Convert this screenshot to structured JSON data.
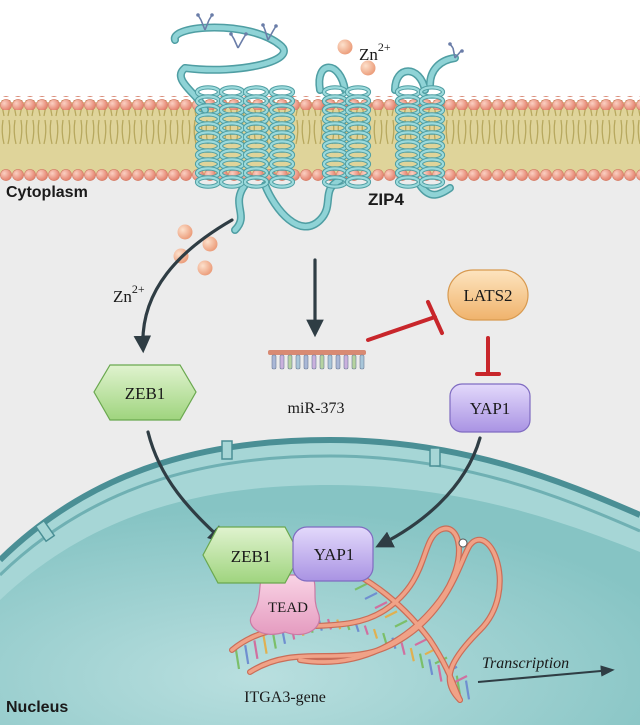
{
  "labels": {
    "cytoplasm": "Cytoplasm",
    "nucleus": "Nucleus",
    "zip4": "ZIP4",
    "zn_top_base": "Zn",
    "zn_top_sup": "2+",
    "zn_left_base": "Zn",
    "zn_left_sup": "2+",
    "mir373": "miR-373",
    "itga3_gene": "ITGA3-gene",
    "transcription": "Transcription"
  },
  "nodes": {
    "lats2": "LATS2",
    "yap1": "YAP1",
    "zeb1": "ZEB1",
    "zeb1_nuclear": "ZEB1",
    "yap1_nuclear": "YAP1",
    "tead": "TEAD"
  },
  "colors": {
    "membrane_head": "#f1a88f",
    "membrane_tail": "#cfc27a",
    "protein": "#8fd3d6",
    "cytoplasm": "#ececec",
    "nucleus": "#8fcbcb",
    "activation_arrow": "#2f3d44",
    "inhibition": "#c8262b",
    "zeb1": "#bfe6a2",
    "lats2": "#f7cd92",
    "yap1": "#c7b6ef",
    "tead": "#f2b8d4",
    "dna": "#f0a287"
  }
}
